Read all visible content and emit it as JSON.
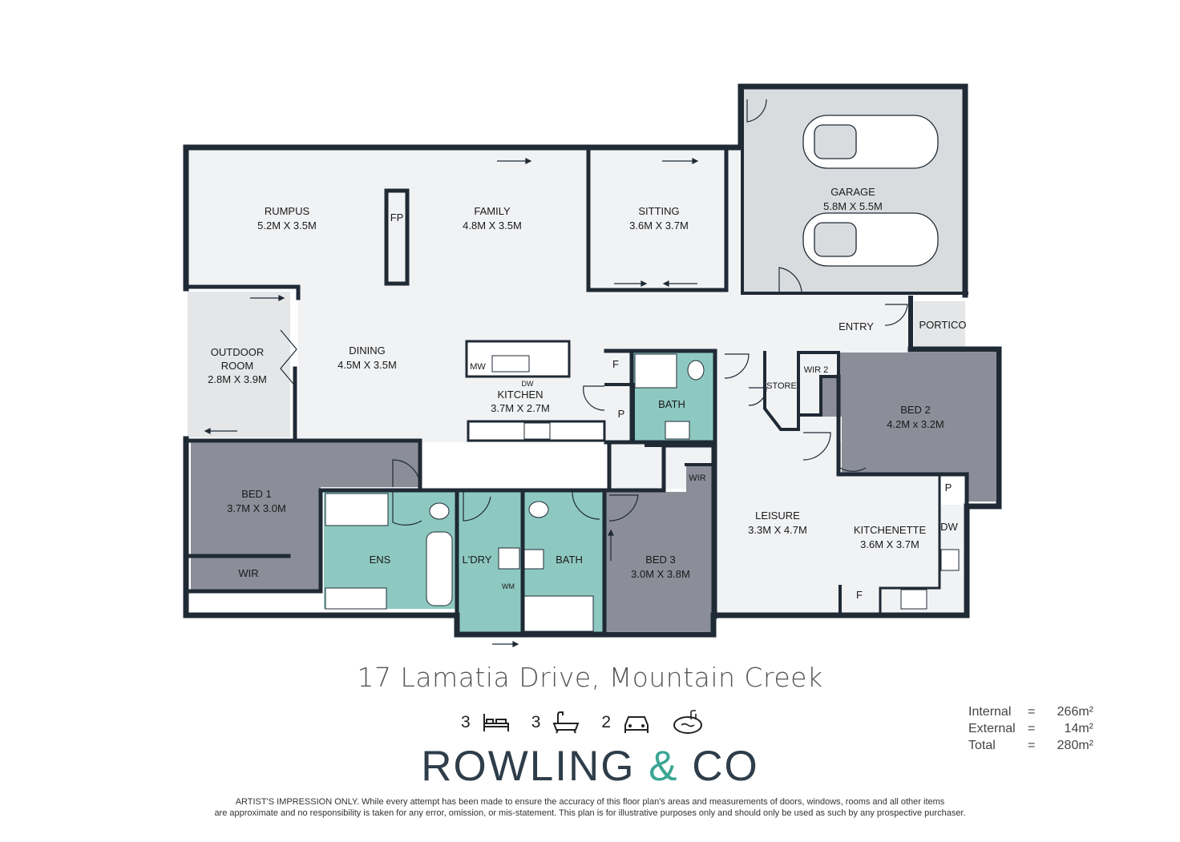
{
  "rooms": {
    "rumpus": {
      "name": "RUMPUS",
      "size": "5.2M X 3.5M"
    },
    "family": {
      "name": "FAMILY",
      "size": "4.8M X 3.5M"
    },
    "sitting": {
      "name": "SITTING",
      "size": "3.6M X 3.7M"
    },
    "garage": {
      "name": "GARAGE",
      "size": "5.8M X 5.5M"
    },
    "outdoor": {
      "name1": "OUTDOOR",
      "name2": "ROOM",
      "size": "2.8M X 3.9M"
    },
    "dining": {
      "name": "DINING",
      "size": "4.5M X 3.5M"
    },
    "kitchen": {
      "name": "KITCHEN",
      "size": "3.7M X 2.7M"
    },
    "entry": {
      "name": "ENTRY"
    },
    "portico": {
      "name": "PORTICO"
    },
    "bath_main": {
      "name": "BATH"
    },
    "store": {
      "name": "STORE"
    },
    "wir2": {
      "name": "WIR 2"
    },
    "bed2": {
      "name": "BED 2",
      "size": "4.2M x 3.2M"
    },
    "bed1": {
      "name": "BED 1",
      "size": "3.7M X 3.0M"
    },
    "wir1": {
      "name": "WIR"
    },
    "ens": {
      "name": "ENS"
    },
    "ldry": {
      "name": "L'DRY"
    },
    "bath2": {
      "name": "BATH"
    },
    "bed3": {
      "name": "BED 3",
      "size": "3.0M X 3.8M"
    },
    "wir3": {
      "name": "WIR"
    },
    "leisure": {
      "name": "LEISURE",
      "size": "3.3M X 4.7M"
    },
    "kitchenette": {
      "name": "KITCHENETTE",
      "size": "3.6M X 3.7M"
    }
  },
  "fixtures": {
    "fp": "FP",
    "mw": "MW",
    "dw": "DW",
    "dw2": "DW",
    "f": "F",
    "f2": "F",
    "p": "P",
    "p2": "P",
    "wm": "WM",
    "wir_small": "WIR"
  },
  "colors": {
    "wall": "#1f2a35",
    "floor": "#f1f2f4",
    "garage": "#d9dcdf",
    "outdoor": "#e4e6e8",
    "bedroom": "#8b8d98",
    "wet": "#8ec9c1",
    "brand_text": "#2e3d49",
    "brand_accent": "#3aa694"
  },
  "address": "17 Lamatia Drive, Mountain Creek",
  "features": {
    "beds": "3",
    "baths": "3",
    "cars": "2"
  },
  "brand": {
    "part1": "ROWLING ",
    "amp": "&",
    "part2": " CO"
  },
  "areas": {
    "internal_label": "Internal",
    "internal_eq": "=",
    "internal_val": "266m²",
    "external_label": "External",
    "external_eq": "=",
    "external_val": "14m²",
    "total_label": "Total",
    "total_eq": "=",
    "total_val": "280m²"
  },
  "disclaimer": {
    "line1": "ARTIST'S IMPRESSION ONLY. While every attempt has been made to ensure the accuracy of this floor plan's areas and measurements of doors, windows, rooms and all other items",
    "line2": "are approximate and no responsibility is taken for any error, omission, or mis-statement. This plan is for illustrative purposes only and should only be used as such by any prospective purchaser."
  }
}
